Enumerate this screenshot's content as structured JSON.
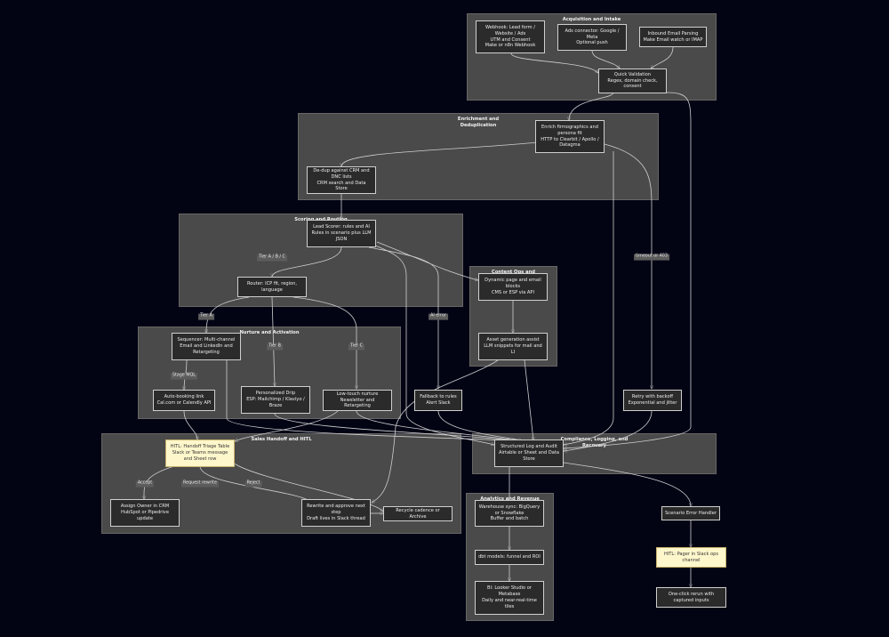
{
  "clusters": {
    "acquisition": "Acquisition and Intake",
    "enrichment": "Enrichment and\nDeduplication",
    "scoring": "Scoring and Routing",
    "content": "Content Ops and",
    "nurture": "Nurture and Activation",
    "handoff": "Sales Handoff and HITL",
    "compliance": "Compliance, Logging, and\nRecovery",
    "analytics": "Analytics and Revenue"
  },
  "nodes": {
    "webhook": "Webhook: Lead form /\nWebsite / Ads\nUTM and Consent\nMake or n8n Webhook",
    "ads": "Ads connector: Google /\nMeta\nOptional push",
    "inbound_email": "Inbound Email Parsing\nMake Email watch or IMAP",
    "quick_validation": "Quick Validation\nRegex, domain check,\nconsent",
    "enrich": "Enrich firmographics and\npersona fit\nHTTP to Clearbit / Apollo /\nDatagma",
    "dedup": "De-dup against CRM and\nDNC lists\nCRM search and Data Store",
    "lead_scorer": "Lead Scorer: rules and AI\nRules in scenario plus LLM\nJSON",
    "router": "Router: ICP fit, region,\nlanguage",
    "dynamic_page": "Dynamic page and email\nblocks\nCMS or ESP via API",
    "asset_gen": "Asset generation assist\nLLM snippets for mail and\nLI",
    "sequencer": "Sequencer: Multi-channel\nEmail and LinkedIn and\nRetargeting",
    "auto_booking": "Auto-booking link\nCal.com or Calendly API",
    "drip": "Personalized Drip\nESP: Mailchimp / Klaviyo /\nBraze",
    "low_touch": "Low-touch nurture\nNewsletter and Retargeting",
    "fallback": "Fallback to rules\nAlert Slack",
    "retry": "Retry with backoff\nExponential and jitter",
    "hitl_triage": "HITL: Handoff Triage Table\nSlack or Teams message\nand Sheet row",
    "assign_owner": "Assign Owner in CRM\nHubSpot or Pipedrive\nupdate",
    "rewrite": "Rewrite and approve next\nstep\nDraft lives in Slack thread",
    "recycle": "Recycle cadence or Archive",
    "audit_log": "Structured Log and Audit\nAirtable or Sheet and Data\nStore",
    "warehouse": "Warehouse sync: BigQuery\nor Snowflake\nBuffer and batch",
    "dbt": "dbt models: funnel and ROI",
    "bi": "BI: Looker Studio or\nMetabase\nDaily and near-real-time\ntiles",
    "error_handler": "Scenario Error Handler",
    "hitl_pager": "HITL: Pager in Slack ops\nchannel",
    "rerun": "One-click rerun with\ncaptured inputs"
  },
  "edge_labels": {
    "tier_abc": "Tier A / B / C",
    "tier_a": "Tier A",
    "tier_b": "Tier B",
    "tier_c": "Tier C",
    "ai_error": "AI error",
    "timeout": "timeout or 403",
    "stage_mql": "Stage MQL",
    "accept": "Accept",
    "request_rewrite": "Request rewrite",
    "reject": "Reject"
  },
  "colors": {
    "background": "#020414",
    "cluster_fill": "#4a4a4a",
    "node_fill": "#2b2b2b",
    "node_border": "#cfcfcf",
    "hitl_fill": "#fff7cc",
    "edge": "#cfcfcf"
  }
}
